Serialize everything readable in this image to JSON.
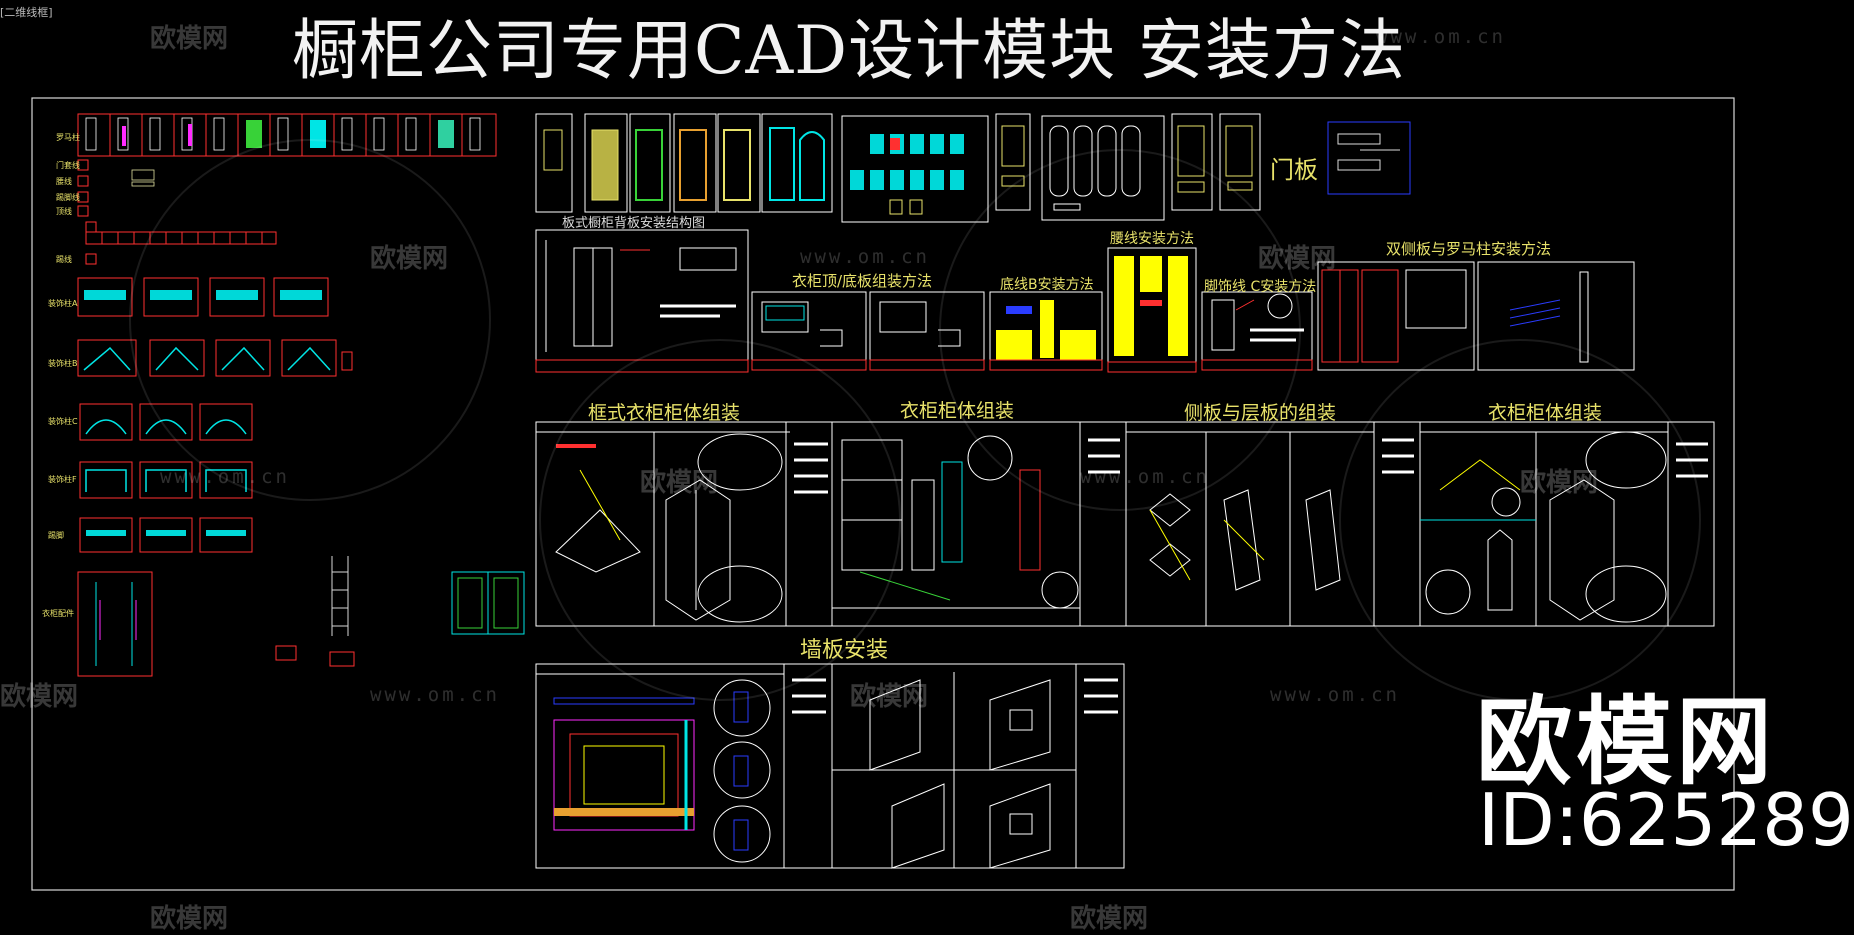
{
  "viewport_label": "[二维线框]",
  "title": "橱柜公司专用CAD设计模块 安装方法",
  "section_labels": {
    "door_panel": "门板",
    "back_panel": "板式橱柜背板安装结构图",
    "top_bottom": "衣柜顶/底板组装方法",
    "waistline": "腰线安装方法",
    "bottom_line": "底线B安装方法",
    "foot_line": "脚饰线 C安装方法",
    "roman_column": "双侧板与罗马柱安装方法",
    "frame_wardrobe": "框式衣柜柜体组装",
    "wardrobe_body": "衣柜柜体组装",
    "side_shelf": "侧板与层板的组装",
    "wardrobe_body_2": "衣柜柜体组装",
    "wall_panel": "墙板安装"
  },
  "side_labels": [
    "罗马柱",
    "门套线",
    "腰线",
    "踢脚线",
    "顶线",
    "踢线",
    "装饰柱A",
    "装饰柱B",
    "装饰柱C",
    "装饰柱F",
    "踢脚",
    "衣柜配件"
  ],
  "watermark": {
    "brand": "欧模网",
    "url": "www.om.cn",
    "id": "ID:625289"
  },
  "colors": {
    "background": "#000000",
    "title": "#f2f2f2",
    "label": "#e8e26a",
    "frame": "#ff3030",
    "sheet_border": "#ffffff",
    "cyan": "#00e5e5",
    "green": "#38d238",
    "yellow": "#ffff00",
    "blue": "#2a3cff",
    "magenta": "#ff2bff"
  }
}
